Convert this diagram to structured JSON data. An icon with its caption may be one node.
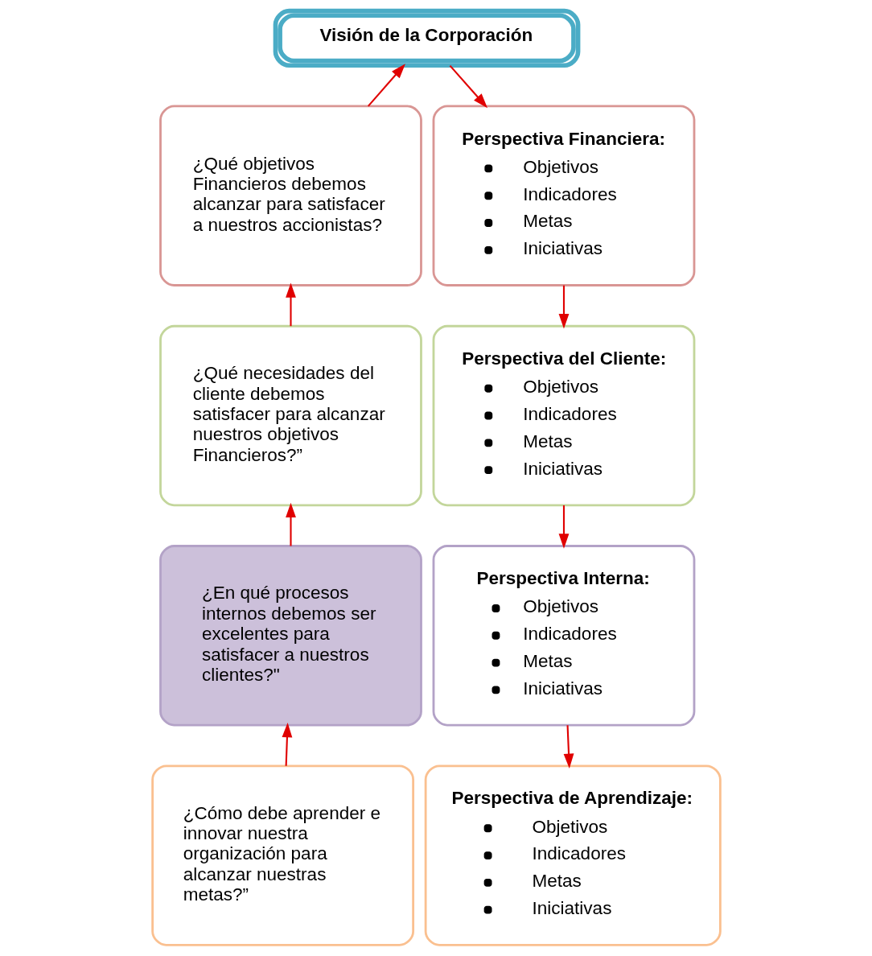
{
  "diagram": {
    "nodes": [
      {
        "text": [
          "Visión de la Corporación"
        ]
      },
      {
        "text": [
          "¿Qué objetivos Financieros debemos alcanzar para satisfacer a nuestros accionistas?"
        ]
      },
      {
        "text": [
          "Perspectiva Financiera:",
          "Objetivos",
          "Indicadores",
          "Metas",
          "Iniciativas"
        ]
      },
      {
        "text": [
          "¿Qué necesidades del cliente debemos satisfacer para alcanzar nuestros objetivos Financieros?”"
        ]
      },
      {
        "text": [
          "Perspectiva del Cliente:",
          "Objetivos",
          "Indicadores",
          "Metas",
          "Iniciativas"
        ]
      },
      {
        "text": [
          "¿En qué procesos internos debemos ser excelentes para satisfacer a nuestros clientes?\""
        ]
      },
      {
        "text": [
          "Perspectiva Interna:",
          "Objetivos",
          "Indicadores",
          "Metas",
          "Iniciativas"
        ]
      },
      {
        "text": [
          "¿Cómo debe aprender e innovar nuestra organización para alcanzar nuestras metas?”"
        ]
      },
      {
        "text": [
          "Perspectiva de Aprendizaje:",
          "Objetivos",
          "Indicadores",
          "Metas",
          "Iniciativas"
        ]
      }
    ],
    "edges": [
      {
        "from": 0,
        "to": 2,
        "arrow": "to"
      },
      {
        "from": 1,
        "to": 0,
        "arrow": "to"
      },
      {
        "from": 2,
        "to": 4,
        "arrow": "to"
      },
      {
        "from": 3,
        "to": 1,
        "arrow": "to"
      },
      {
        "from": 4,
        "to": 6,
        "arrow": "to"
      },
      {
        "from": 5,
        "to": 3,
        "arrow": "to"
      },
      {
        "from": 6,
        "to": 8,
        "arrow": "to"
      },
      {
        "from": 7,
        "to": 5,
        "arrow": "to"
      }
    ]
  }
}
